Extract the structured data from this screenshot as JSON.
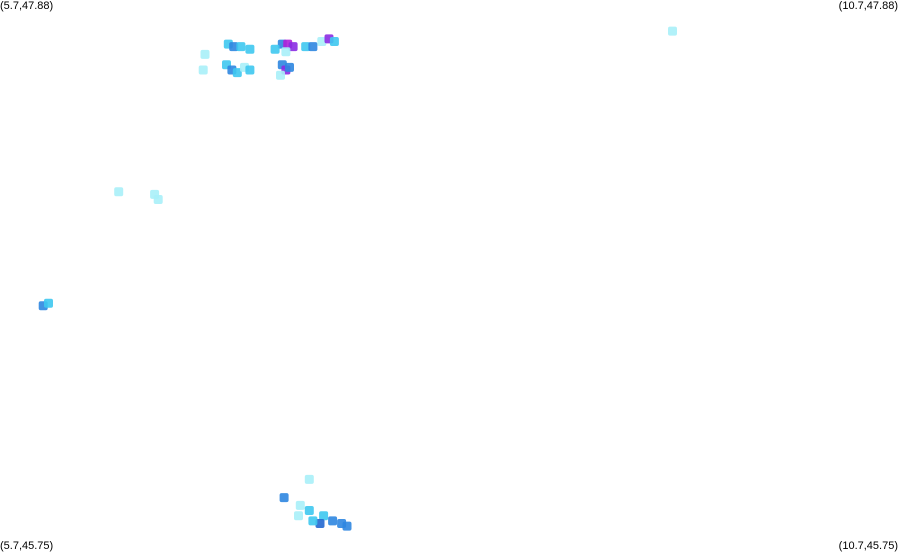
{
  "corners": {
    "nw": "(5.7,47.88)",
    "ne": "(10.7,47.88)",
    "sw": "(5.7,45.75)",
    "se": "(10.7,45.75)"
  },
  "bounds": {
    "lon_min": 5.7,
    "lon_max": 10.7,
    "lat_min": 45.75,
    "lat_max": 47.88
  },
  "colors": {
    "background": "#ffffff",
    "light": "#a8f0f8",
    "sky": "#3ec8f0",
    "blue": "#2e86e0",
    "dark_blue": "#2468d0",
    "violet": "#8a2be2",
    "magenta": "#b020d8"
  },
  "precip_cells": [
    {
      "lon": 6.97,
      "lat": 47.71,
      "level": "sky"
    },
    {
      "lon": 7.0,
      "lat": 47.7,
      "level": "blue"
    },
    {
      "lon": 7.04,
      "lat": 47.7,
      "level": "sky"
    },
    {
      "lon": 7.09,
      "lat": 47.69,
      "level": "sky"
    },
    {
      "lon": 6.84,
      "lat": 47.67,
      "level": "light"
    },
    {
      "lon": 7.27,
      "lat": 47.71,
      "level": "blue"
    },
    {
      "lon": 7.3,
      "lat": 47.71,
      "level": "magenta"
    },
    {
      "lon": 7.33,
      "lat": 47.7,
      "level": "violet"
    },
    {
      "lon": 7.23,
      "lat": 47.69,
      "level": "sky"
    },
    {
      "lon": 7.29,
      "lat": 47.68,
      "level": "light"
    },
    {
      "lon": 7.4,
      "lat": 47.7,
      "level": "sky"
    },
    {
      "lon": 7.44,
      "lat": 47.7,
      "level": "blue"
    },
    {
      "lon": 7.49,
      "lat": 47.72,
      "level": "light"
    },
    {
      "lon": 7.53,
      "lat": 47.73,
      "level": "violet"
    },
    {
      "lon": 7.56,
      "lat": 47.72,
      "level": "sky"
    },
    {
      "lon": 6.96,
      "lat": 47.63,
      "level": "sky"
    },
    {
      "lon": 6.99,
      "lat": 47.61,
      "level": "blue"
    },
    {
      "lon": 7.02,
      "lat": 47.6,
      "level": "sky"
    },
    {
      "lon": 7.06,
      "lat": 47.62,
      "level": "light"
    },
    {
      "lon": 7.09,
      "lat": 47.61,
      "level": "sky"
    },
    {
      "lon": 6.83,
      "lat": 47.61,
      "level": "light"
    },
    {
      "lon": 7.27,
      "lat": 47.63,
      "level": "blue"
    },
    {
      "lon": 7.29,
      "lat": 47.61,
      "level": "violet"
    },
    {
      "lon": 7.31,
      "lat": 47.62,
      "level": "blue"
    },
    {
      "lon": 7.26,
      "lat": 47.59,
      "level": "light"
    },
    {
      "lon": 6.36,
      "lat": 47.14,
      "level": "light"
    },
    {
      "lon": 6.56,
      "lat": 47.13,
      "level": "light"
    },
    {
      "lon": 6.58,
      "lat": 47.11,
      "level": "light"
    },
    {
      "lon": 5.94,
      "lat": 46.7,
      "level": "blue"
    },
    {
      "lon": 5.97,
      "lat": 46.71,
      "level": "sky"
    },
    {
      "lon": 9.44,
      "lat": 47.76,
      "level": "light"
    },
    {
      "lon": 7.42,
      "lat": 46.03,
      "level": "light"
    },
    {
      "lon": 7.28,
      "lat": 45.96,
      "level": "blue"
    },
    {
      "lon": 7.37,
      "lat": 45.93,
      "level": "light"
    },
    {
      "lon": 7.42,
      "lat": 45.91,
      "level": "sky"
    },
    {
      "lon": 7.36,
      "lat": 45.89,
      "level": "light"
    },
    {
      "lon": 7.5,
      "lat": 45.89,
      "level": "sky"
    },
    {
      "lon": 7.55,
      "lat": 45.87,
      "level": "blue"
    },
    {
      "lon": 7.6,
      "lat": 45.86,
      "level": "blue"
    },
    {
      "lon": 7.48,
      "lat": 45.86,
      "level": "dark_blue"
    },
    {
      "lon": 7.63,
      "lat": 45.85,
      "level": "blue"
    },
    {
      "lon": 7.44,
      "lat": 45.87,
      "level": "sky"
    }
  ]
}
